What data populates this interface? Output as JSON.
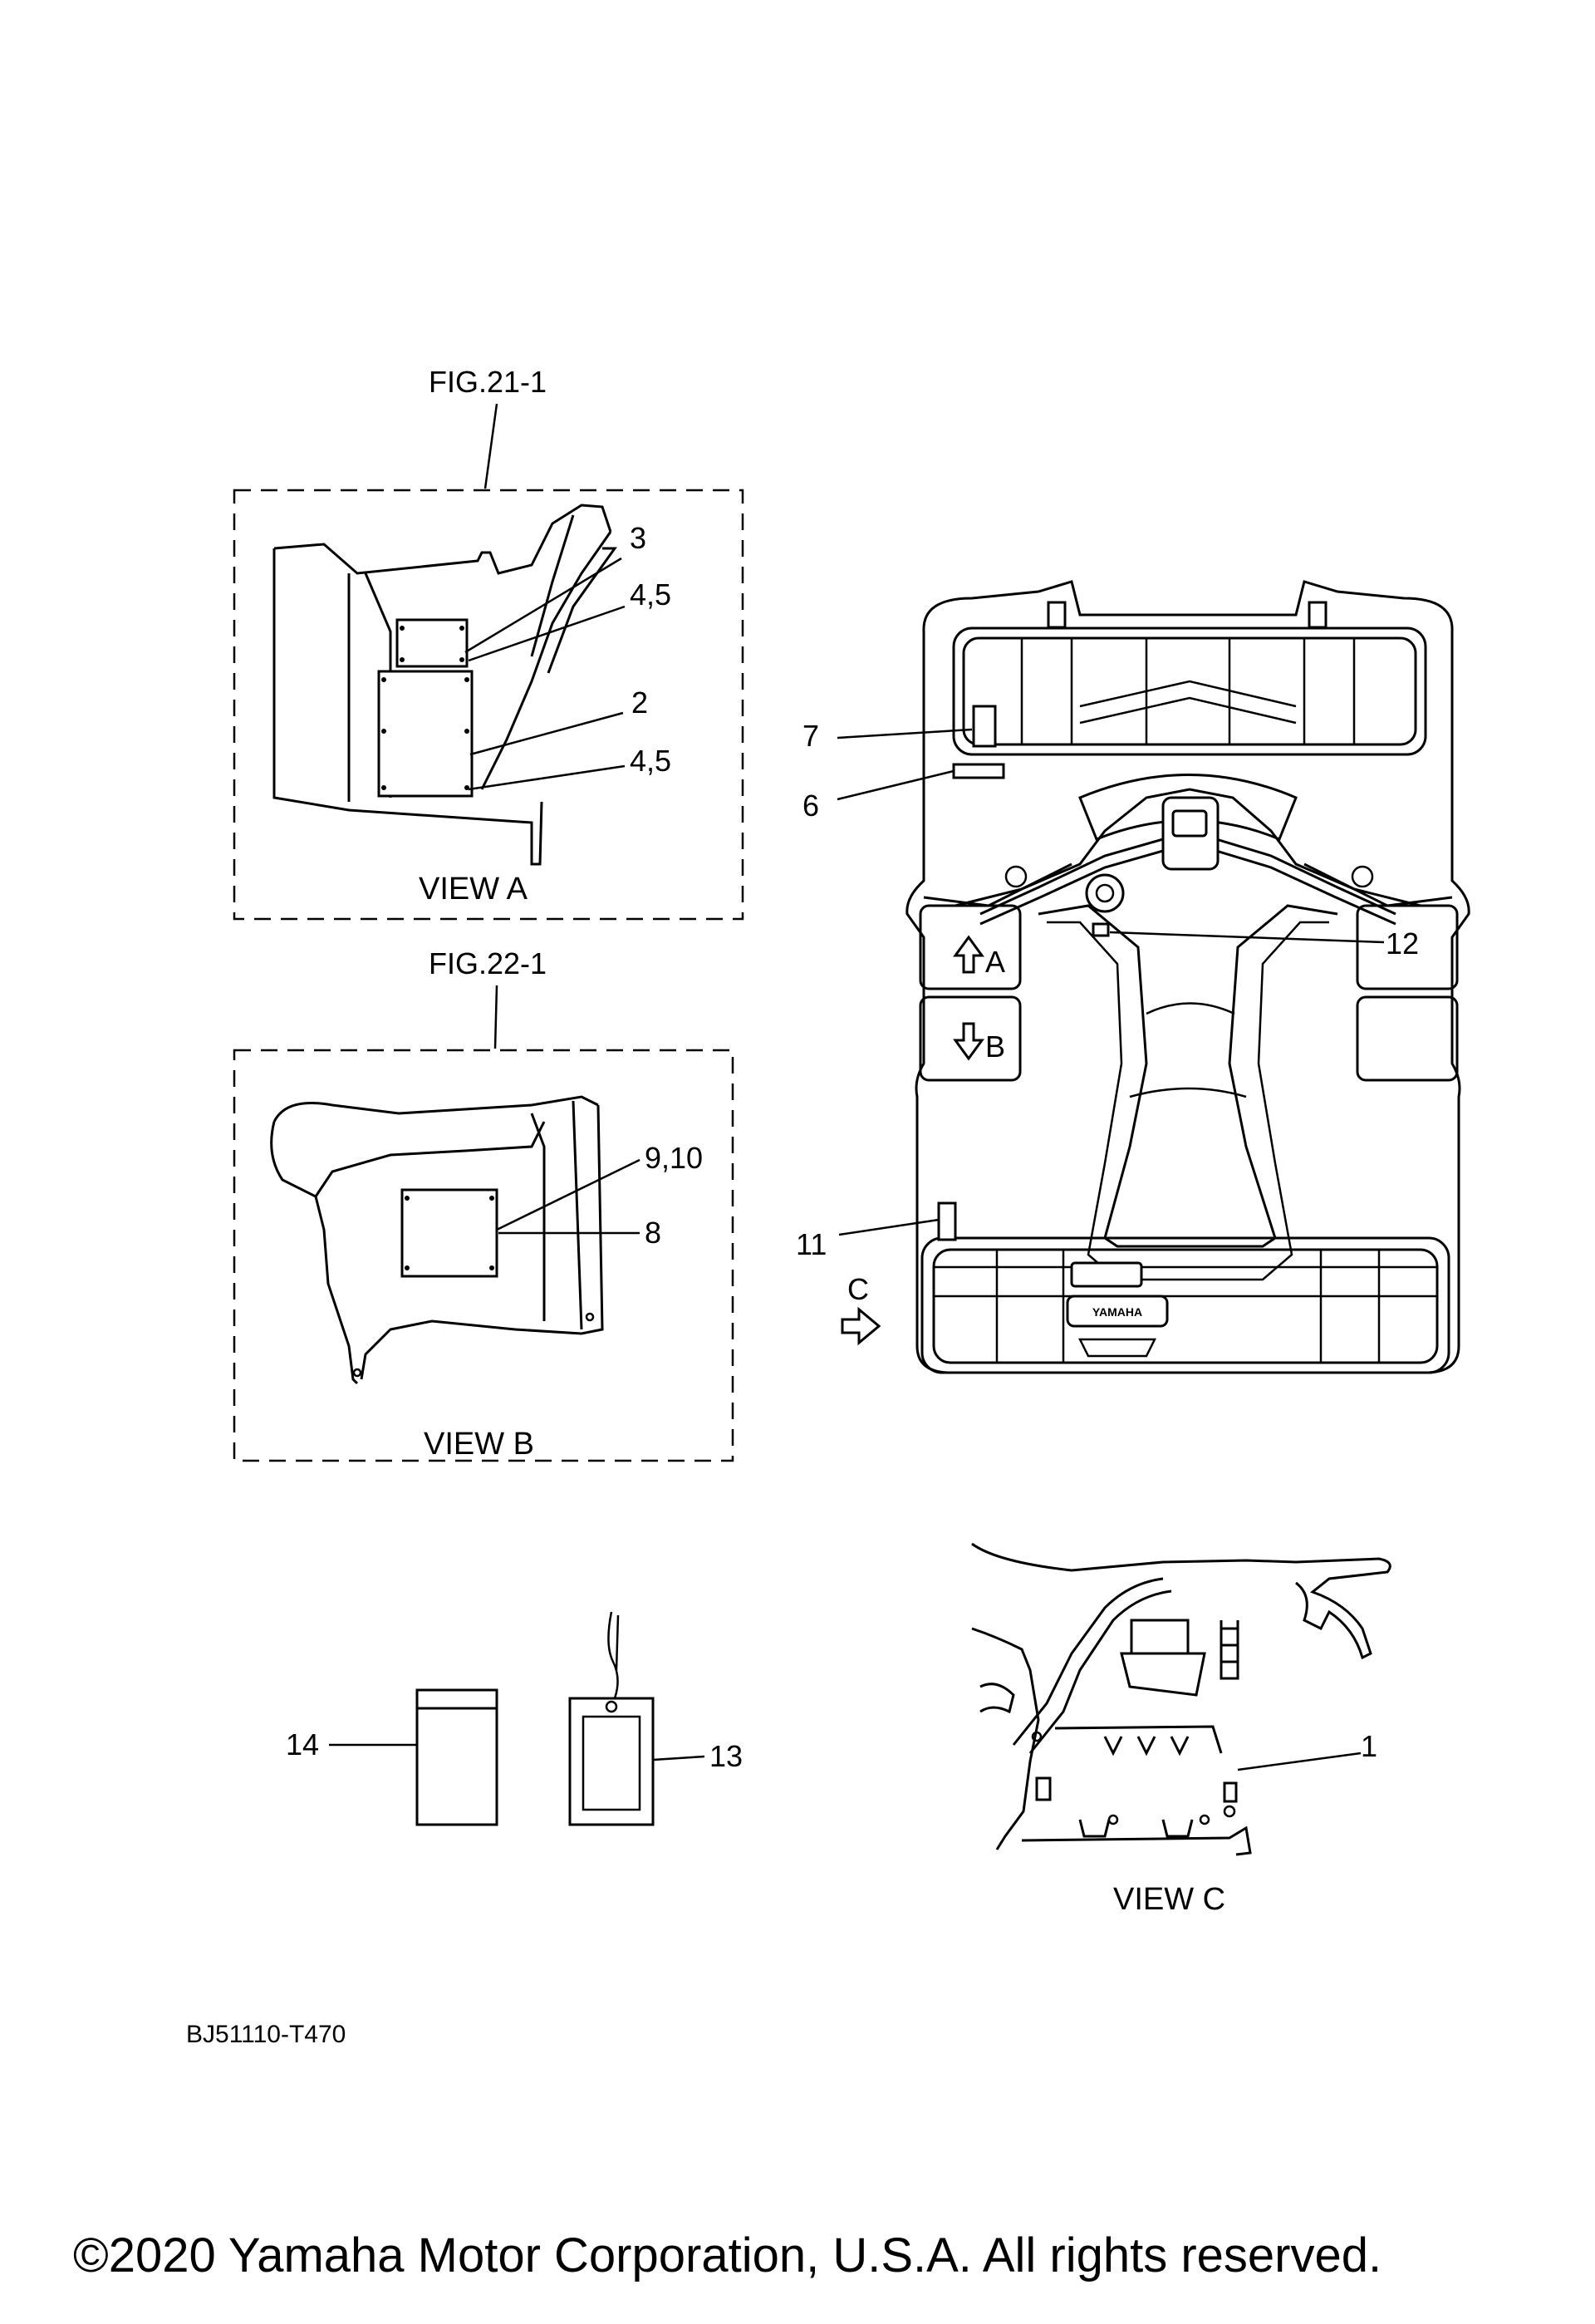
{
  "figures": {
    "fig_21": "FIG.21-1",
    "fig_22": "FIG.22-1"
  },
  "views": {
    "a": "VIEW A",
    "b": "VIEW B",
    "c": "VIEW C"
  },
  "view_arrows": {
    "a": "A",
    "b": "B",
    "c": "C"
  },
  "callouts": {
    "c1": "1",
    "c2": "2",
    "c3": "3",
    "c4_5_top": "4,5",
    "c4_5_bottom": "4,5",
    "c6": "6",
    "c7": "7",
    "c8": "8",
    "c9_10": "9,10",
    "c11": "11",
    "c12": "12",
    "c13": "13",
    "c14": "14"
  },
  "logo_text": "YAMAHA",
  "diagram_code": "BJ51110-T470",
  "copyright": "©2020 Yamaha Motor Corporation, U.S.A. All rights reserved."
}
